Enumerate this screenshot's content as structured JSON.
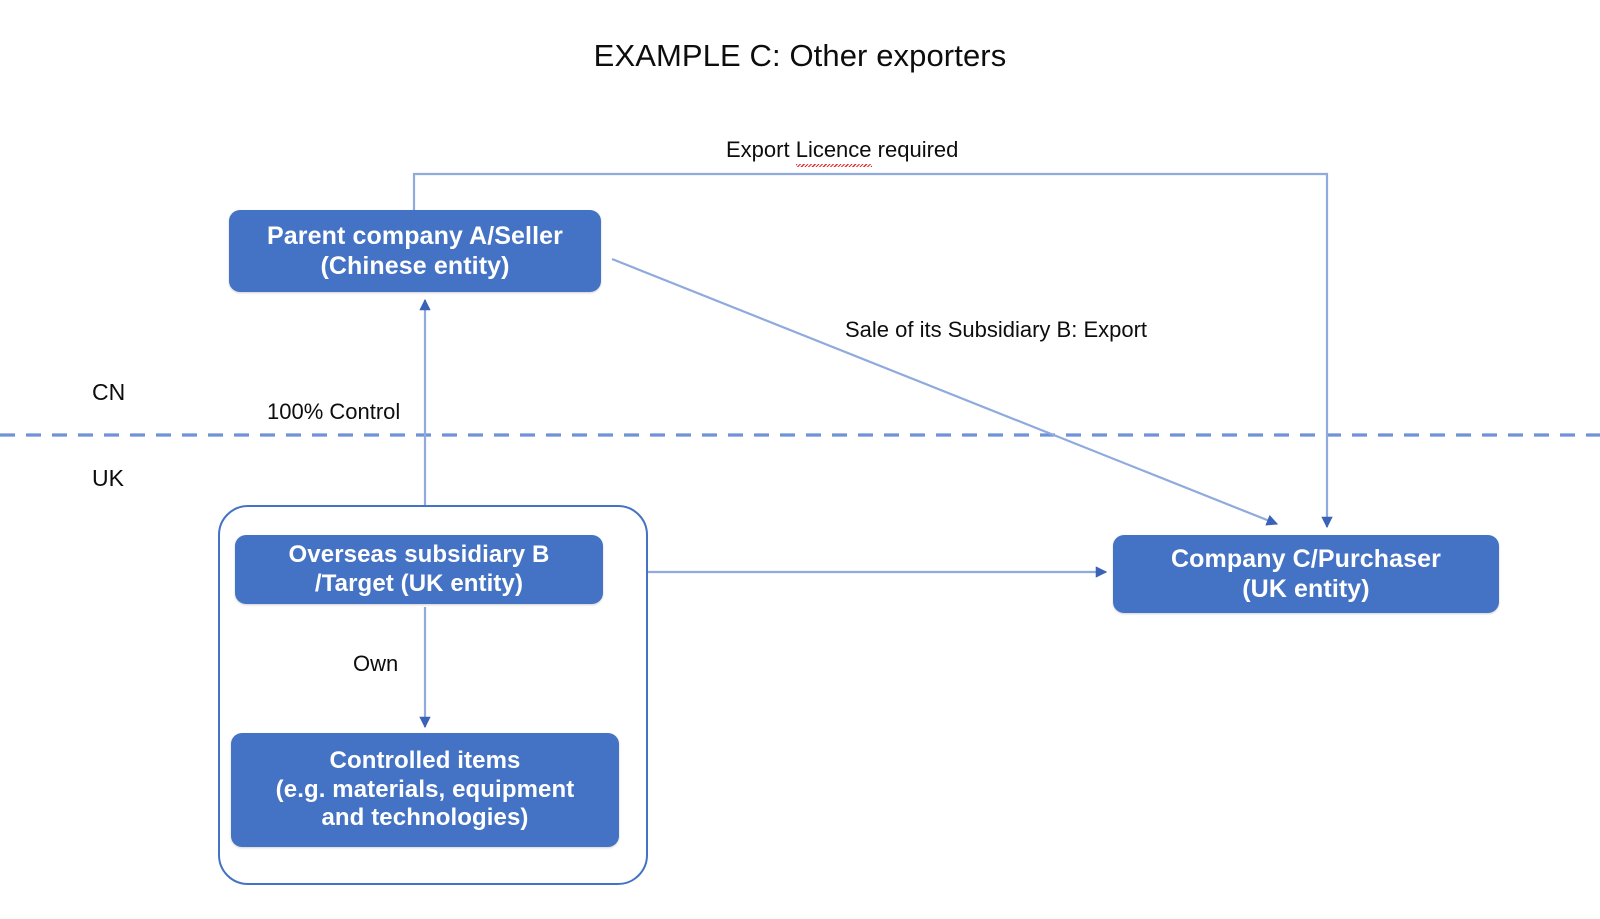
{
  "title": "EXAMPLE C: Other exporters",
  "colors": {
    "node_fill": "#4472C4",
    "node_text": "#FFFFFF",
    "connector": "#4472C4",
    "connector_light": "#8FAADC",
    "border": "#4472C4",
    "text": "#0D0D0D",
    "spellcheck_underline": "#E03030",
    "background": "#FFFFFF"
  },
  "regions": {
    "above_label": "CN",
    "below_label": "UK",
    "divider_style": "dashed"
  },
  "nodes": {
    "parent_a": {
      "line1": "Parent company A/Seller",
      "line2": "(Chinese entity)"
    },
    "subsidiary_b": {
      "line1": "Overseas subsidiary B",
      "line2": "/Target (UK entity)"
    },
    "controlled_items": {
      "line1": "Controlled items",
      "line2": "(e.g. materials, equipment",
      "line3": "and technologies)"
    },
    "company_c": {
      "line1": "Company C/Purchaser",
      "line2": "(UK entity)"
    }
  },
  "edges": {
    "export_licence": {
      "text_before": "Export ",
      "text_flagged": "Licence",
      "text_after": " required"
    },
    "sale_subsidiary": "Sale of its Subsidiary B: Export",
    "control_100": "100% Control",
    "own": "Own"
  }
}
